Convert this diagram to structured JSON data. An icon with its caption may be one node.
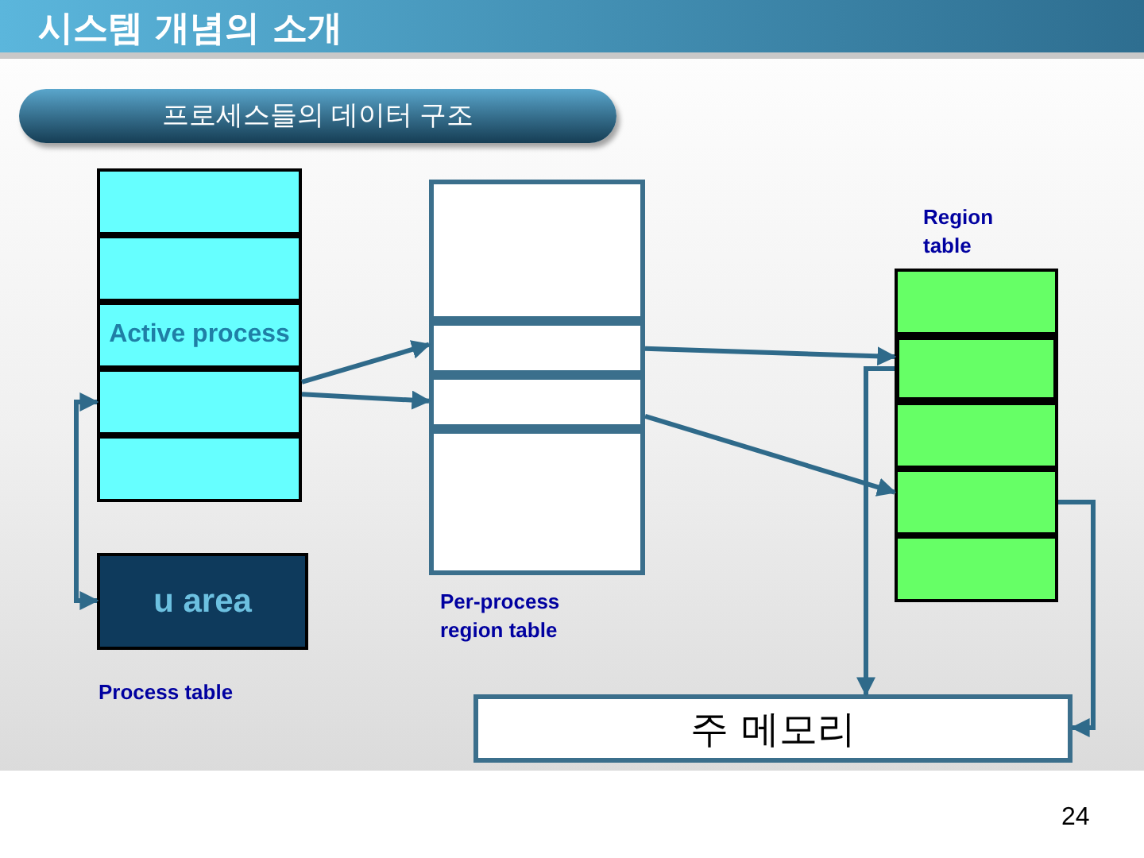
{
  "diagram": {
    "title": "시스템 개념의 소개",
    "nodes": [
      {
        "text": [
          "프로세스들의 데이터 구조"
        ]
      },
      {
        "text": [],
        "shape": "box"
      },
      {
        "text": [],
        "shape": "box"
      },
      {
        "text": [
          "Active process"
        ]
      },
      {
        "text": [],
        "shape": "box"
      },
      {
        "text": [],
        "shape": "box"
      },
      {
        "text": [
          "u area"
        ]
      },
      {
        "text": [],
        "shape": "box"
      },
      {
        "text": [],
        "shape": "box"
      },
      {
        "text": [],
        "shape": "box"
      },
      {
        "text": [],
        "shape": "box"
      },
      {
        "text": [],
        "shape": "box",
        "beside": [
          "Region table"
        ]
      },
      {
        "text": [],
        "shape": "box"
      },
      {
        "text": [],
        "shape": "box"
      },
      {
        "text": [],
        "shape": "box"
      },
      {
        "text": [],
        "shape": "box"
      },
      {
        "text": [
          "주 메모리"
        ]
      }
    ],
    "edges": [
      {
        "from": 4,
        "to": 8,
        "arrow": "to"
      },
      {
        "from": 4,
        "to": 9,
        "arrow": "to"
      },
      {
        "from": 6,
        "to": 4,
        "arrow": "both"
      },
      {
        "from": 8,
        "to": 12,
        "arrow": "to"
      },
      {
        "from": 9,
        "to": 14,
        "arrow": "to"
      },
      {
        "from": 12,
        "to": 16,
        "arrow": "to"
      },
      {
        "from": 14,
        "to": 16,
        "arrow": "to"
      }
    ],
    "labels": [
      "Per-process region table",
      "Process table",
      "24"
    ]
  }
}
